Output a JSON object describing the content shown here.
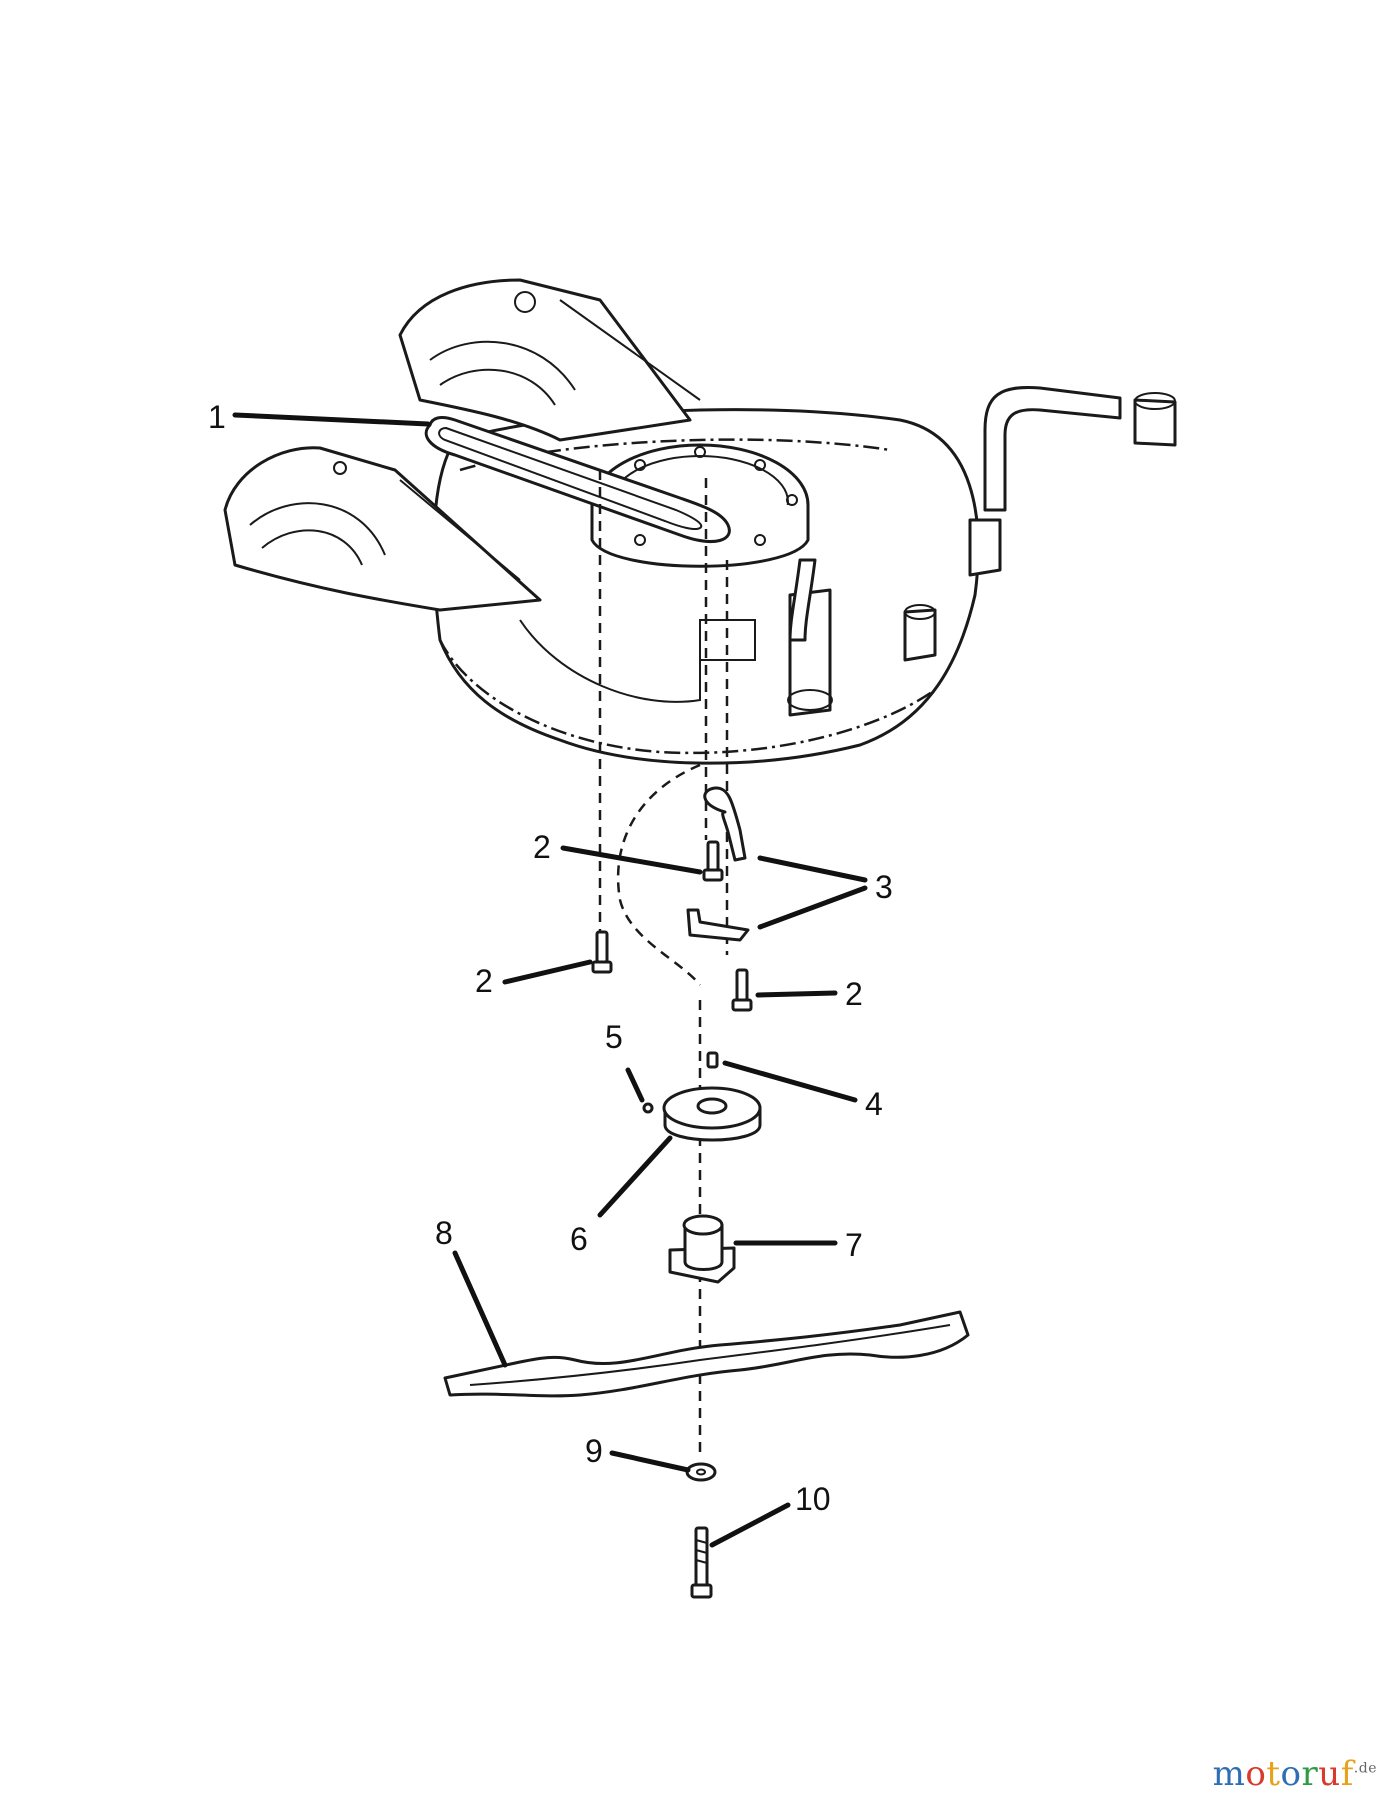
{
  "callouts": [
    "1",
    "2",
    "3",
    "4",
    "5",
    "6",
    "7",
    "8",
    "9",
    "10"
  ],
  "watermark": {
    "letters": [
      "m",
      "o",
      "t",
      "o",
      "r",
      "u",
      "f"
    ],
    "domain": ".de",
    "colors": [
      "#2f6db5",
      "#d93a2b",
      "#e7a21b",
      "#2f6db5",
      "#2e9a47",
      "#d93a2b",
      "#e7a21b"
    ]
  }
}
